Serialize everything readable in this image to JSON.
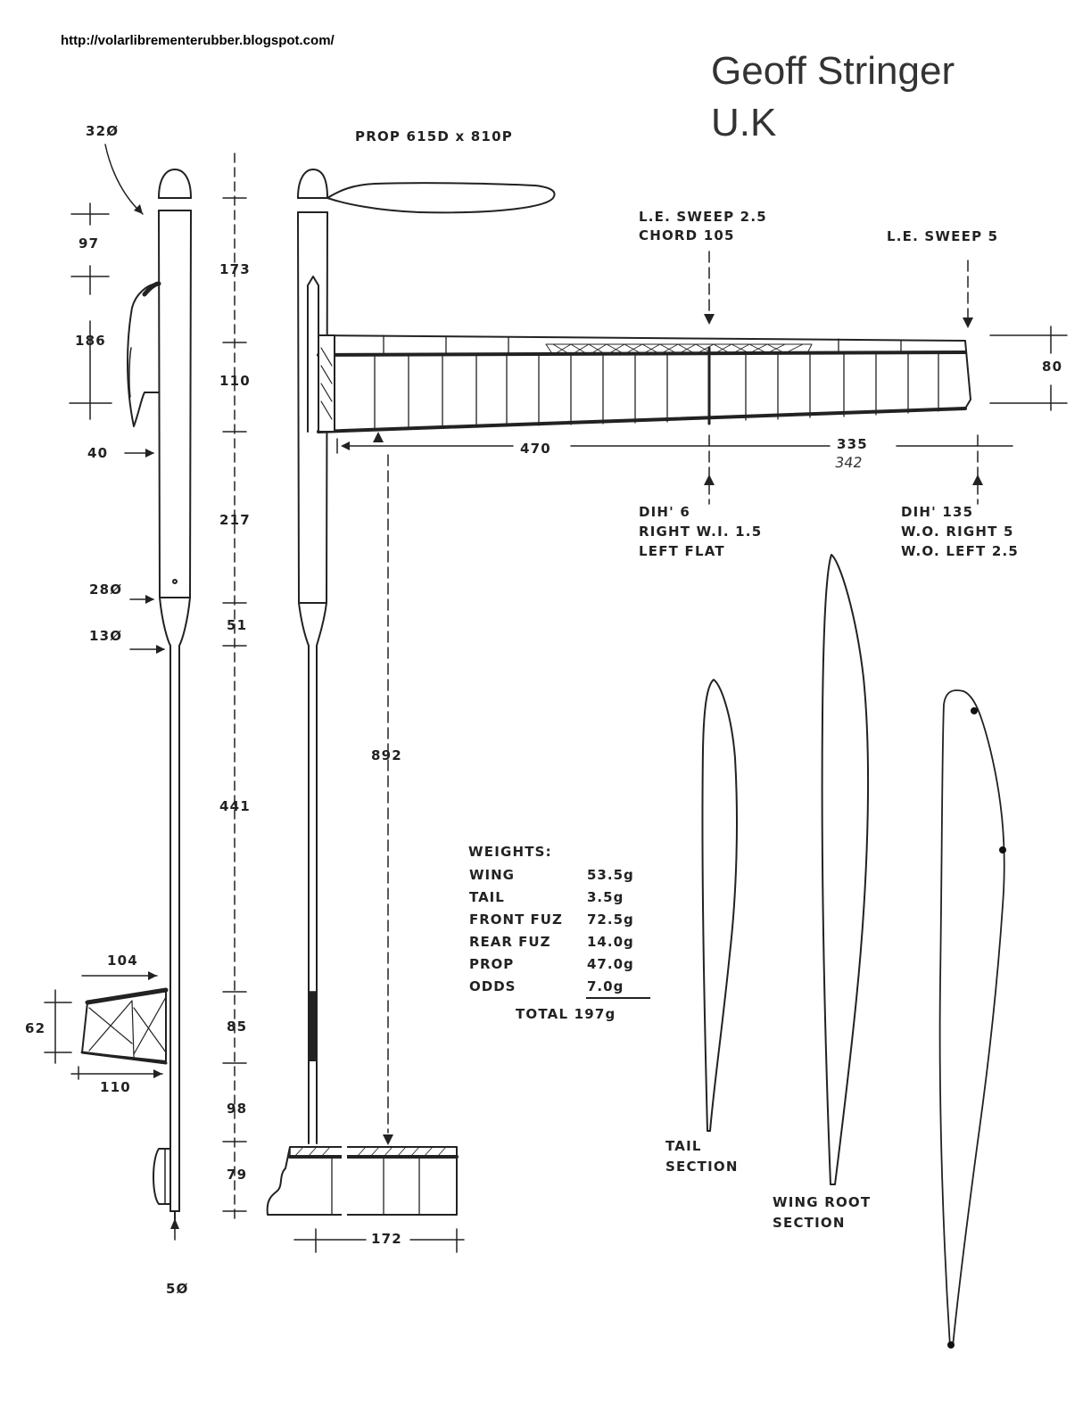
{
  "header": {
    "url": "http://volarlibrementerubber.blogspot.com/",
    "author": "Geoff Stringer",
    "country": "U.K"
  },
  "prop": {
    "label": "PROP 615D x 810P"
  },
  "side_view": {
    "nose_dia": "32Ø",
    "d97": "97",
    "d186": "186",
    "d40": "40",
    "dia28": "28Ø",
    "dia13": "13Ø",
    "d104": "104",
    "d62": "62",
    "d110": "110",
    "dia5": "5Ø"
  },
  "stations": [
    "173",
    "110",
    "217",
    "51",
    "441",
    "85",
    "98",
    "79"
  ],
  "wing": {
    "le_sweep_inner": "L.E. SWEEP 2.5",
    "chord": "CHORD 105",
    "le_sweep_outer": "L.E. SWEEP 5",
    "tip_chord": "80",
    "span_inner": "470",
    "span_outer": "335",
    "span_outer_corrected": "342",
    "dih_inner": "DIH' 6",
    "wi_right": "RIGHT W.I. 1.5",
    "left_flat": "LEFT FLAT",
    "dih_outer": "DIH' 135",
    "wo_right": "W.O. RIGHT 5",
    "wo_left": "W.O. LEFT 2.5"
  },
  "fuselage_length": "892",
  "tail_span": "172",
  "weights": {
    "heading": "WEIGHTS:",
    "items": [
      {
        "name": "WING",
        "value": "53.5g"
      },
      {
        "name": "TAIL",
        "value": "3.5g"
      },
      {
        "name": "FRONT FUZ",
        "value": "72.5g"
      },
      {
        "name": "REAR FUZ",
        "value": "14.0g"
      },
      {
        "name": "PROP",
        "value": "47.0g"
      },
      {
        "name": "ODDS",
        "value": "7.0g"
      }
    ],
    "total": "TOTAL 197g"
  },
  "sections": {
    "tail_line1": "TAIL",
    "tail_line2": "SECTION",
    "wing_line1": "WING ROOT",
    "wing_line2": "SECTION"
  }
}
